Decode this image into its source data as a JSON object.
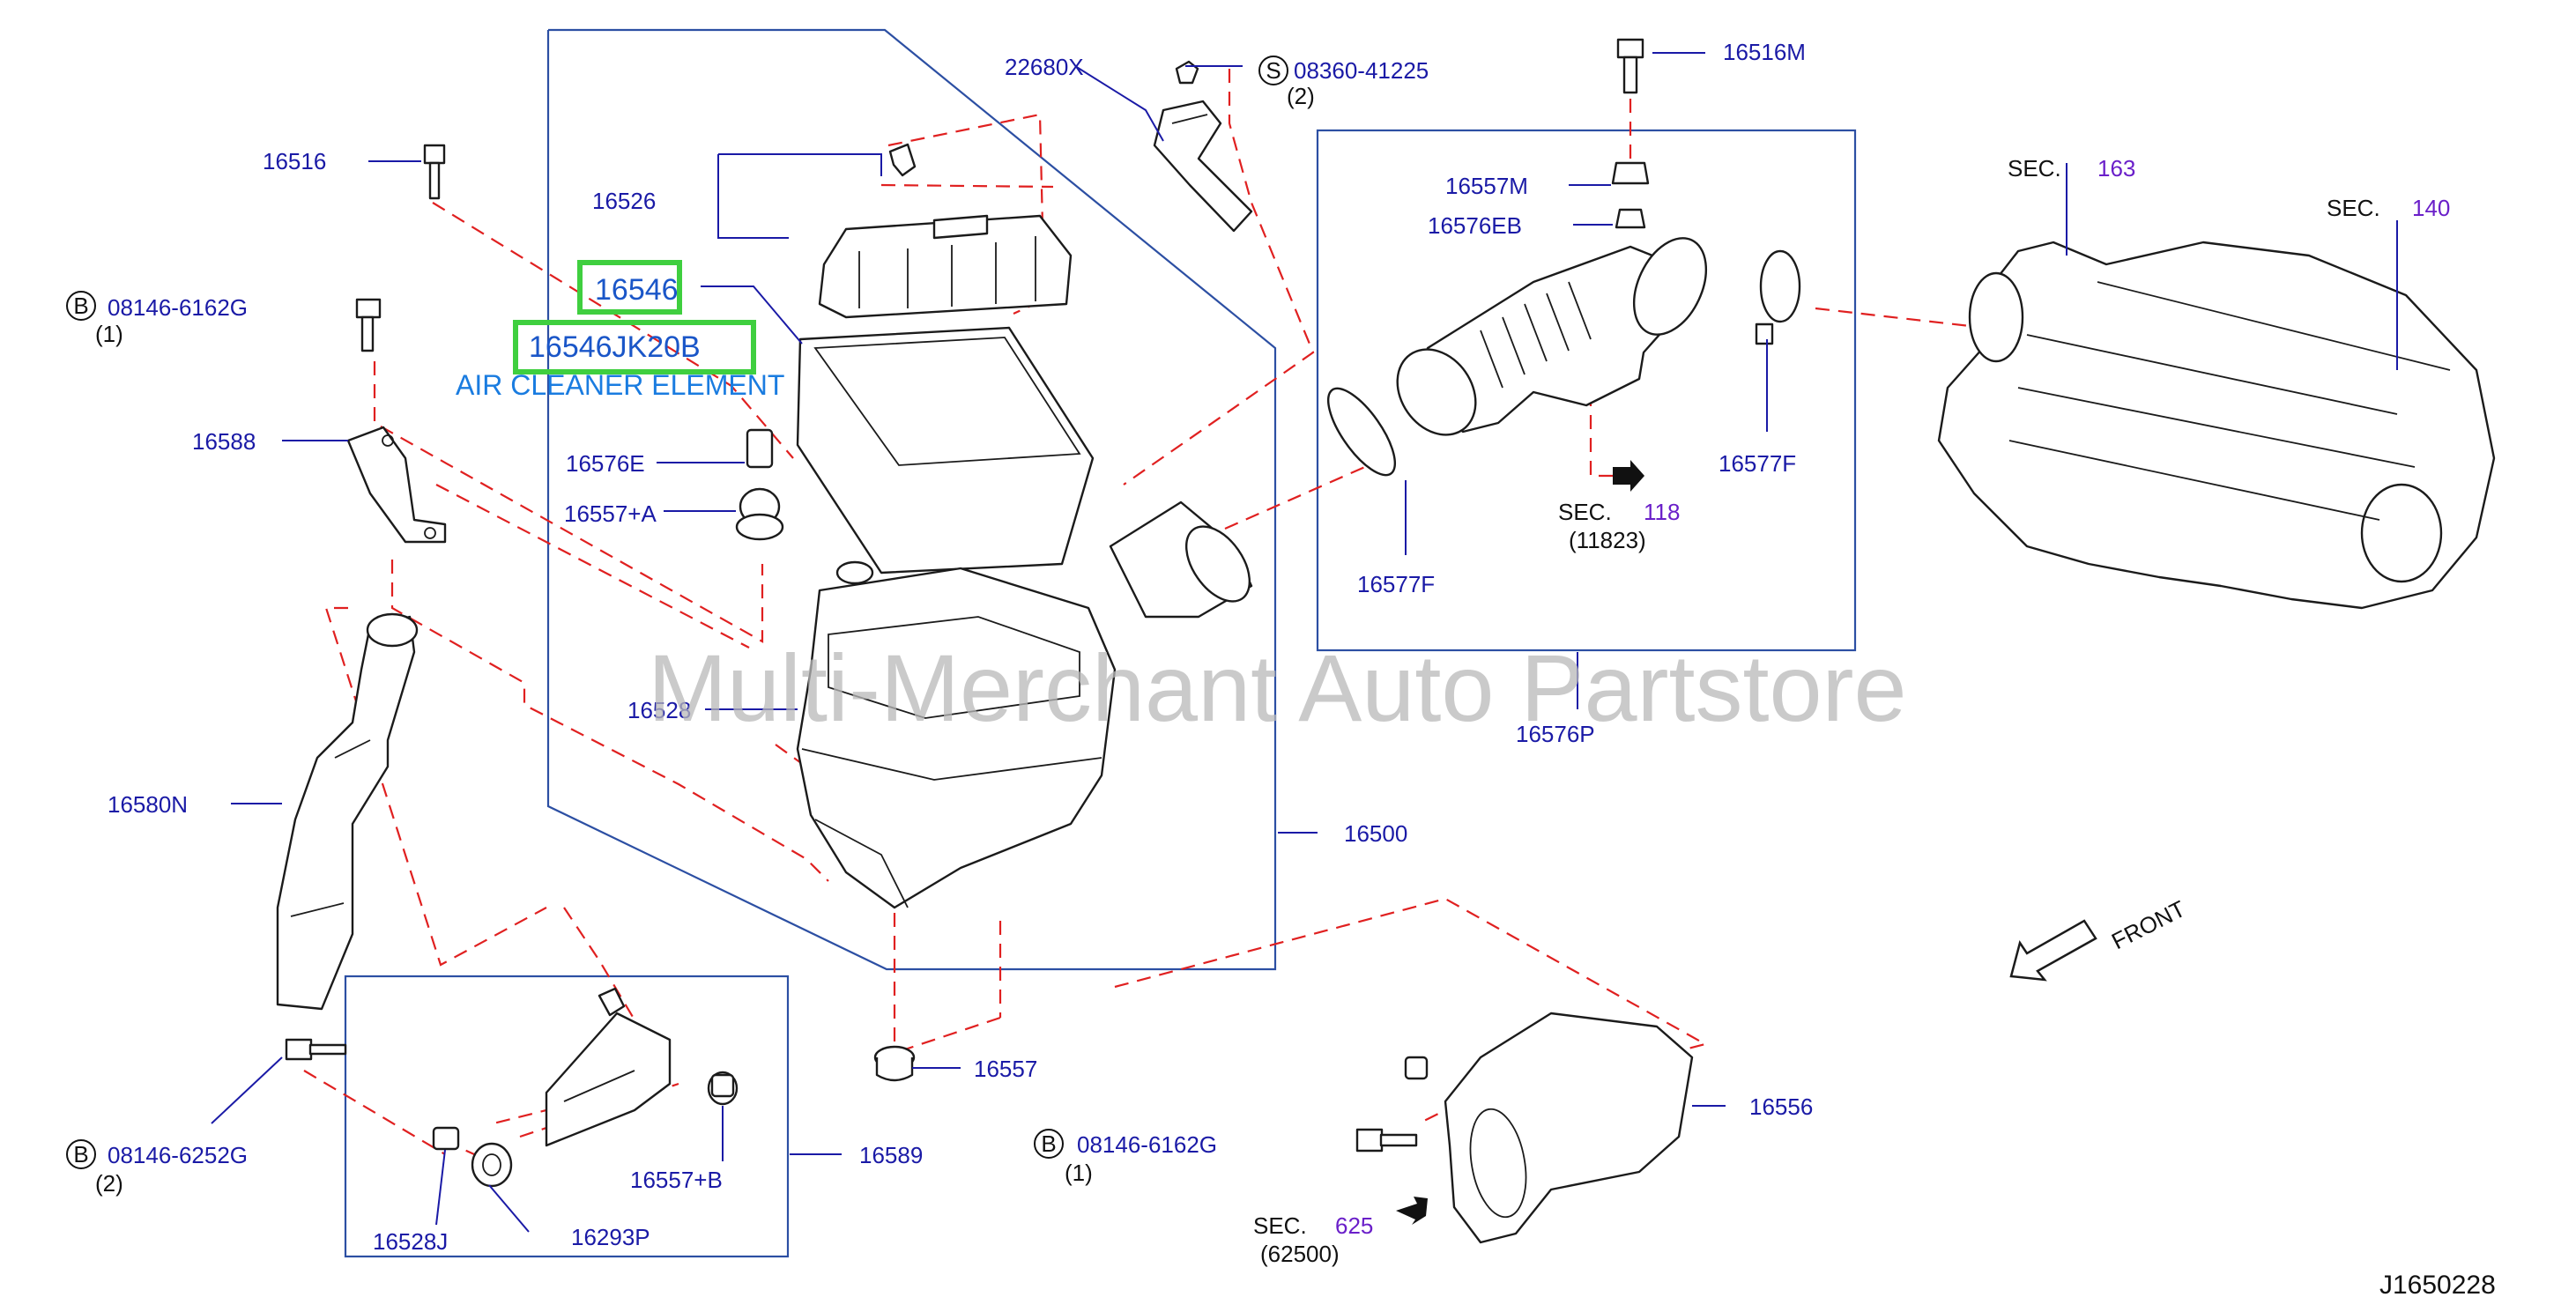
{
  "diagram": {
    "watermark": "Multi-Merchant Auto Partstore",
    "diagram_id": "J1650228",
    "front_label": "FRONT",
    "highlight": {
      "part_number": "16546",
      "part_code": "16546JK20B",
      "description": "AIR CLEANER ELEMENT"
    },
    "labels": {
      "p22680x": "22680X",
      "p08360": "08360-41225",
      "p08360_qty": "(2)",
      "p16516m": "16516M",
      "p16516": "16516",
      "p16526": "16526",
      "p08146_g": "08146-6162G",
      "p08146_g_qty": "(1)",
      "p16588": "16588",
      "p16576e": "16576E",
      "p16557a": "16557+A",
      "p16557m": "16557M",
      "p16576eb": "16576EB",
      "sec": "SEC.",
      "sec118": "118",
      "sec118_ref": "(11823)",
      "p16577f_right": "16577F",
      "p16577f_left": "16577F",
      "p16576p": "16576P",
      "sec163": "163",
      "sec140": "140",
      "p16528": "16528",
      "p16580n": "16580N",
      "p16500": "16500",
      "p16557": "16557",
      "p08146_6252g": "08146-6252G",
      "p08146_6252g_qty": "(2)",
      "p16589": "16589",
      "p16557b": "16557+B",
      "p16528j": "16528J",
      "p16293p": "16293P",
      "p08146_lower": "08146-6162G",
      "p08146_lower_qty": "(1)",
      "p16556": "16556",
      "sec625": "625",
      "sec625_ref": "(62500)",
      "circle_s": "S",
      "circle_b": "B"
    }
  }
}
